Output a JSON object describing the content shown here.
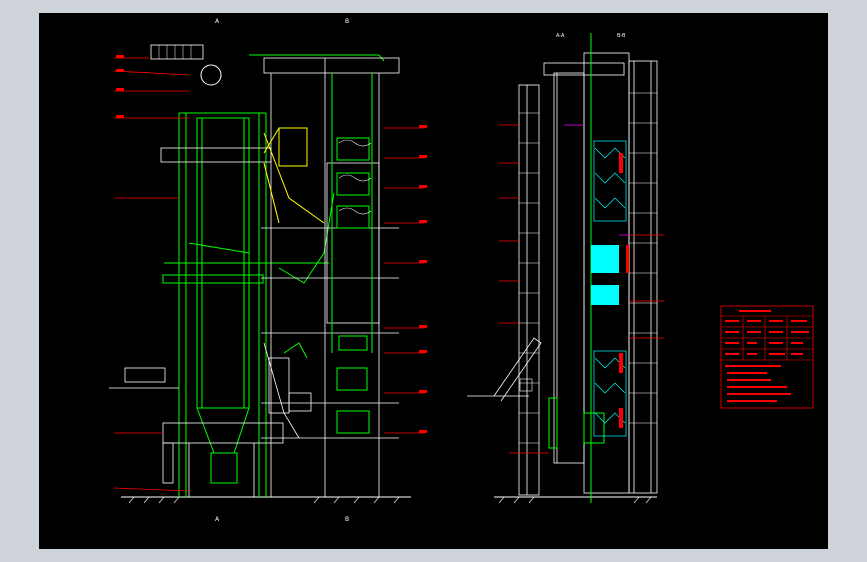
{
  "drawing": {
    "background": "#000000",
    "frame_bg": "#cfd3da",
    "colors": {
      "structure": "#ffffff",
      "equipment": "#00ff00",
      "dimension": "#ff0000",
      "duct": "#ffff00",
      "water": "#00ffff",
      "accent": "#ff00ff"
    }
  },
  "sections": {
    "left_top_mark_a": "A",
    "left_top_mark_b": "B",
    "left_bottom_mark_a": "A",
    "left_bottom_mark_b": "B",
    "right_title_a": "A-A",
    "right_title_b": "B-B"
  },
  "table": {
    "title": "",
    "rows": [
      [
        "",
        "",
        ""
      ],
      [
        "",
        "",
        ""
      ],
      [
        "",
        "",
        ""
      ],
      [
        "",
        "",
        ""
      ]
    ],
    "notes": [
      "",
      "",
      "",
      "",
      ""
    ]
  }
}
